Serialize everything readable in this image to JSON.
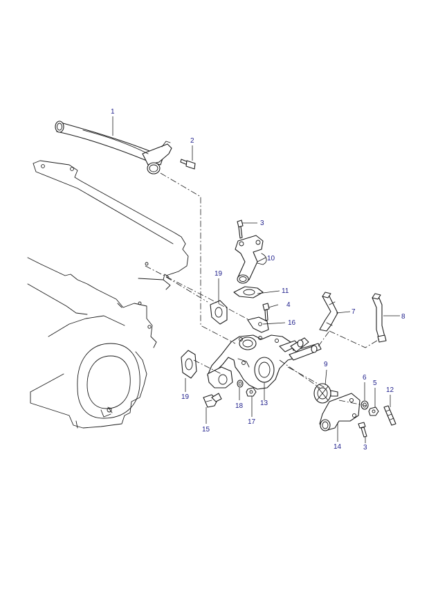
{
  "colors": {
    "callout": "#1c1c8a",
    "line": "#1a1a1a",
    "background": "#ffffff"
  },
  "callouts": [
    {
      "id": "c1",
      "label": "1"
    },
    {
      "id": "c2",
      "label": "2"
    },
    {
      "id": "c3a",
      "label": "3"
    },
    {
      "id": "c10",
      "label": "10"
    },
    {
      "id": "c19a",
      "label": "19"
    },
    {
      "id": "c11",
      "label": "11"
    },
    {
      "id": "c4",
      "label": "4"
    },
    {
      "id": "c7",
      "label": "7"
    },
    {
      "id": "c8",
      "label": "8"
    },
    {
      "id": "c16",
      "label": "16"
    },
    {
      "id": "c9",
      "label": "9"
    },
    {
      "id": "c6",
      "label": "6"
    },
    {
      "id": "c5",
      "label": "5"
    },
    {
      "id": "c12",
      "label": "12"
    },
    {
      "id": "c19b",
      "label": "19"
    },
    {
      "id": "c18",
      "label": "18"
    },
    {
      "id": "c13",
      "label": "13"
    },
    {
      "id": "c17",
      "label": "17"
    },
    {
      "id": "c15",
      "label": "15"
    },
    {
      "id": "c14",
      "label": "14"
    },
    {
      "id": "c3b",
      "label": "3"
    }
  ]
}
